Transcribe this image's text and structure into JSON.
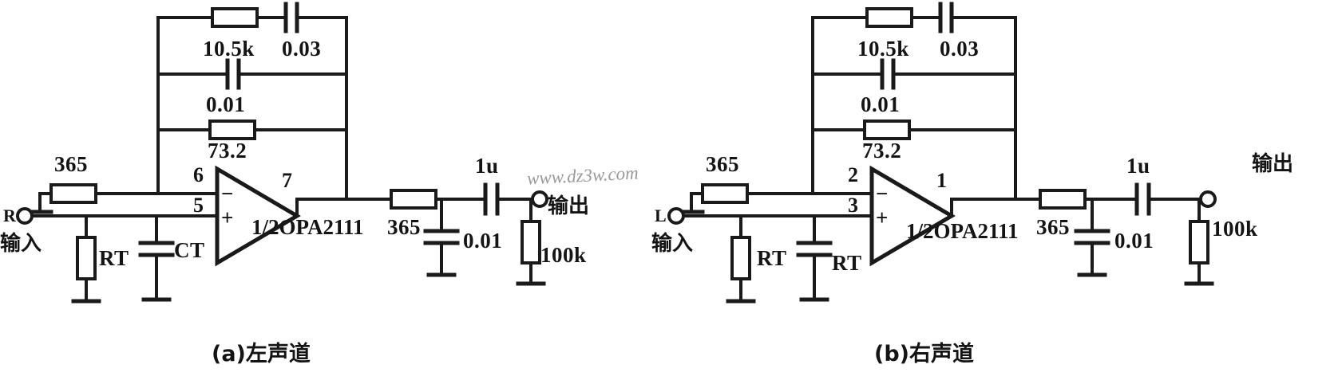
{
  "figure": {
    "watermark": "www.dz3w.com",
    "captions": {
      "left": "(a)左声道",
      "right": "(b)右声道"
    }
  },
  "channels": [
    {
      "id": "left",
      "caption": "(a)左声道",
      "input_terminal": "R",
      "input_label": "输入",
      "output_label": "输出",
      "opamp": {
        "part": "1/2OPA2111",
        "pin_inverting": "6",
        "pin_noninverting": "5",
        "pin_output": "7",
        "sign_minus": "−",
        "sign_plus": "+"
      },
      "input_resistor": "365",
      "input_shunt_resistor": "RT",
      "input_shunt_cap": "CT",
      "feedback": {
        "top_resistor": "10.5k",
        "top_cap": "0.03",
        "mid_cap": "0.01",
        "bottom_resistor": "73.2"
      },
      "output_stage": {
        "series_resistor": "365",
        "shunt_cap": "0.01",
        "coupling_cap": "1u",
        "load_resistor": "100k"
      }
    },
    {
      "id": "right",
      "caption": "(b)右声道",
      "input_terminal": "L",
      "input_label": "输入",
      "output_label": "输出",
      "opamp": {
        "part": "1/2OPA2111",
        "pin_inverting": "2",
        "pin_noninverting": "3",
        "pin_output": "1",
        "sign_minus": "−",
        "sign_plus": "+"
      },
      "input_resistor": "365",
      "input_shunt_resistor": "RT",
      "input_shunt_cap": "RT",
      "feedback": {
        "top_resistor": "10.5k",
        "top_cap": "0.03",
        "mid_cap": "0.01",
        "bottom_resistor": "73.2"
      },
      "output_stage": {
        "series_resistor": "365",
        "shunt_cap": "0.01",
        "coupling_cap": "1u",
        "load_resistor": "100k"
      }
    }
  ]
}
